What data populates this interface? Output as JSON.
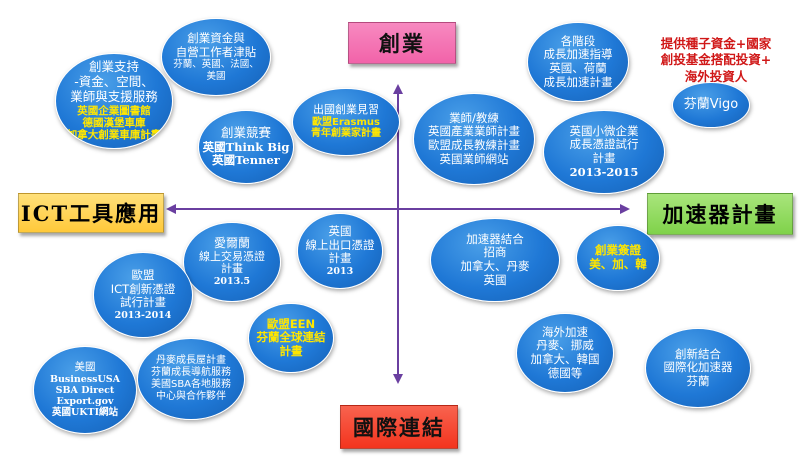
{
  "axes": {
    "top": "創業",
    "bottom": "國際連結",
    "left": "ICT工具應用",
    "right": "加速器計畫"
  },
  "colors": {
    "top_box": "#f263a9",
    "bottom_box": "#f3341e",
    "left_box": "#ffc93a",
    "right_box": "#7fd24a",
    "arrow": "#6a3fa0",
    "bubble": "#1f78d6",
    "callout_text": "#d01818",
    "highlight_text": "#ffe600"
  },
  "callout": {
    "lines": [
      "提供種子資金+國家",
      "創投基金搭配投資+",
      "海外投資人"
    ]
  },
  "bubbles": [
    {
      "id": "b1",
      "lines": [
        "創業支持",
        "-資金、空間、",
        "業師與支援服務",
        "英國企業圖書館",
        "德國漢堡車庫",
        "加拿大創業車庫計畫"
      ]
    },
    {
      "id": "b2",
      "lines": [
        "創業資金與",
        "自營工作者津貼",
        "芬蘭、英國、法國、",
        "美國"
      ]
    },
    {
      "id": "b3",
      "lines": [
        "出國創業見習",
        "歐盟Erasmus",
        "青年創業家計畫"
      ]
    },
    {
      "id": "b4",
      "lines": [
        "各階段",
        "成長加速指導",
        "英國、荷蘭",
        "成長加速計畫"
      ]
    },
    {
      "id": "b5",
      "lines": [
        "芬蘭Vigo"
      ]
    },
    {
      "id": "b6",
      "lines": [
        "創業競賽",
        "英國Think Big",
        "英國Tenner"
      ]
    },
    {
      "id": "b7",
      "lines": [
        "業師/教練",
        "英國產業業師計畫",
        "歐盟成長教練計畫",
        "英國業師網站"
      ]
    },
    {
      "id": "b8",
      "lines": [
        "英國小微企業",
        "成長憑證試行",
        "計畫",
        "2013-2015"
      ]
    },
    {
      "id": "b9",
      "lines": [
        "愛爾蘭",
        "線上交易憑證",
        "計畫",
        "2013.5"
      ]
    },
    {
      "id": "b10",
      "lines": [
        "英國",
        "線上出口憑證",
        "計畫",
        "2013"
      ]
    },
    {
      "id": "b11",
      "lines": [
        "加速器結合",
        "招商",
        "加拿大、丹麥",
        "英國"
      ]
    },
    {
      "id": "b12",
      "lines": [
        "創業簽證",
        "美、加、韓"
      ]
    },
    {
      "id": "b13",
      "lines": [
        "歐盟",
        "ICT創新憑證",
        "試行計畫",
        "2013-2014"
      ]
    },
    {
      "id": "b14",
      "lines": [
        "歐盟EEN",
        "芬蘭全球連結",
        "計畫"
      ]
    },
    {
      "id": "b15",
      "lines": [
        "海外加速",
        "丹麥、挪威",
        "加拿大、韓國",
        "德國等"
      ]
    },
    {
      "id": "b16",
      "lines": [
        "創新結合",
        "國際化加速器",
        "芬蘭"
      ]
    },
    {
      "id": "b17",
      "lines": [
        "美國",
        "BusinessUSA",
        "SBA Direct",
        "Export.gov",
        "英國UKTI網站"
      ]
    },
    {
      "id": "b18",
      "lines": [
        "丹麥成長屋計畫",
        "芬蘭成長導航服務",
        "美國SBA各地服務",
        "中心與合作夥伴"
      ]
    }
  ]
}
